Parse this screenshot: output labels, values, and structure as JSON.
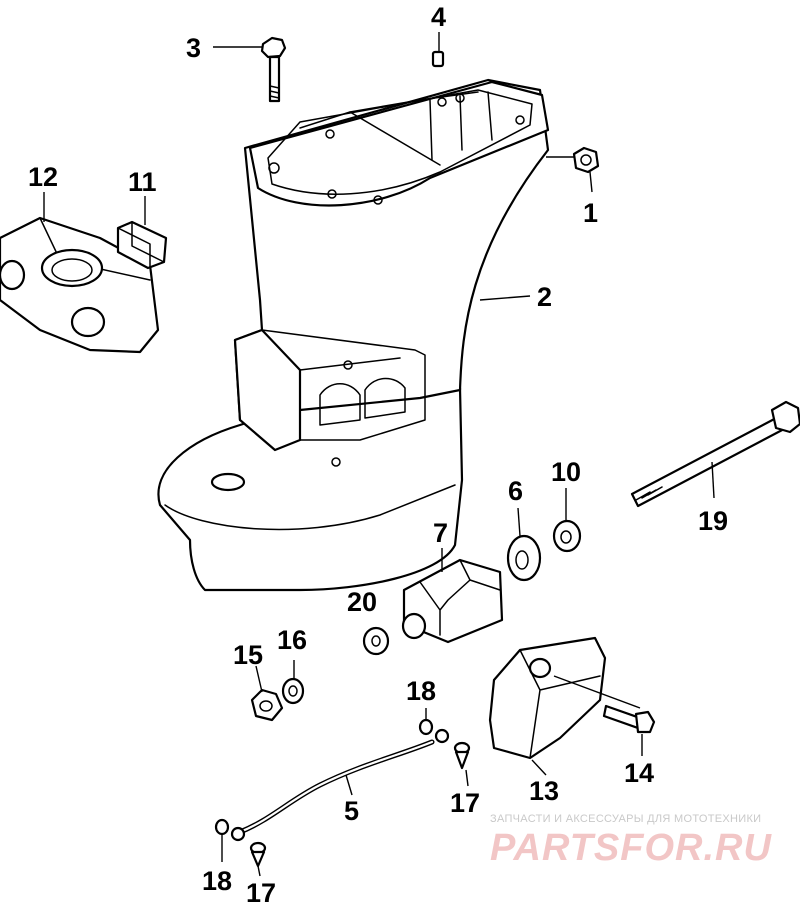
{
  "callouts": {
    "p1": "1",
    "p2": "2",
    "p3": "3",
    "p4": "4",
    "p5": "5",
    "p6": "6",
    "p7": "7",
    "p10": "10",
    "p11": "11",
    "p12": "12",
    "p13": "13",
    "p14": "14",
    "p15": "15",
    "p16": "16",
    "p17a": "17",
    "p17b": "17",
    "p18a": "18",
    "p18b": "18",
    "p19": "19",
    "p20": "20"
  },
  "watermark": {
    "tagline": "ЗАПЧАСТИ И АКСЕССУАРЫ ДЛЯ МОТОТЕХНИКИ",
    "logo": "PARTSFOR.RU"
  },
  "colors": {
    "ink": "#000000",
    "paper": "#ffffff",
    "watermark_logo": "#f2c6c6",
    "watermark_text": "#c9c9c9"
  }
}
